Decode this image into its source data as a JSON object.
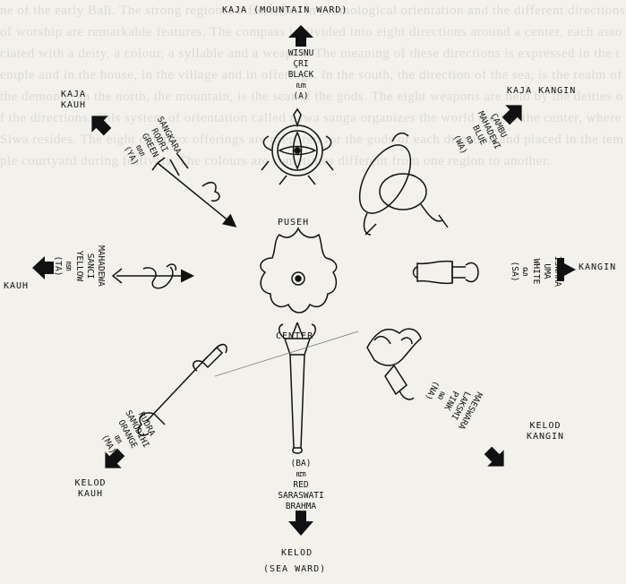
{
  "north": {
    "label": "KAJA (MOUNTAIN WARD)",
    "attrs": [
      "WISNU",
      "ÇRI",
      "BLACK",
      "ꦲ",
      "(A)"
    ]
  },
  "northeast": {
    "label": "KAJA KANGIN",
    "attrs": [
      "ÇAMBU",
      "MAHADEWI",
      "BLUE",
      "ꦮ",
      "(WA)"
    ]
  },
  "east": {
    "label": "KANGIN",
    "attrs": [
      "ISWARA",
      "UMA",
      "WHITE",
      "ꦱ",
      "(SA)"
    ]
  },
  "southeast": {
    "label": "KELOD KANGIN",
    "attrs": [
      "MAESWARA",
      "LAKSMI",
      "PINK",
      "ꦤ",
      "(NA)"
    ]
  },
  "south": {
    "label": "KELOD",
    "sublabel": "(SEA WARD)",
    "attrs": [
      "(BA)",
      "ꦧ",
      "RED",
      "SARASWATI",
      "BRAHMA"
    ]
  },
  "southwest": {
    "label": "KELOD KAUH",
    "attrs": [
      "RUDRA",
      "SAMODIHI",
      "ORANGE",
      "ꦩ",
      "(MA)"
    ]
  },
  "west": {
    "label": "KAUH",
    "attrs": [
      "MAHADEWA",
      "SANCI",
      "YELLOW",
      "ꦠ",
      "(TA)"
    ]
  },
  "northwest": {
    "label": "KAJA KAUH",
    "attrs": [
      "SANGKARA",
      "RODRI",
      "GREEN",
      "ꦪ",
      "(YA)"
    ]
  },
  "center": {
    "top_label": "PUSEH",
    "bottom_label": "CENTER"
  },
  "background_text": "ne of the early Bali. The strong regional differences in cosmological orientation and the different directions of worship are remarkable features. The compass is divided into eight directions around a center, each associated with a deity, a colour, a syllable and a weapon. The meaning of these directions is expressed in the temple and in the house, in the village and in offerings. In the south, the direction of the sea, is the realm of the demonic; in the north, the mountain, is the seat of the gods. The eight weapons are held by the deities of the directions. This system of orientation called nawa sanga organizes the world around the center, where Siwa resides. The eight complex offerings are prepared for the gods of each direction and placed in the temple courtyard during festivals. The colours are sometimes different from one region to another."
}
